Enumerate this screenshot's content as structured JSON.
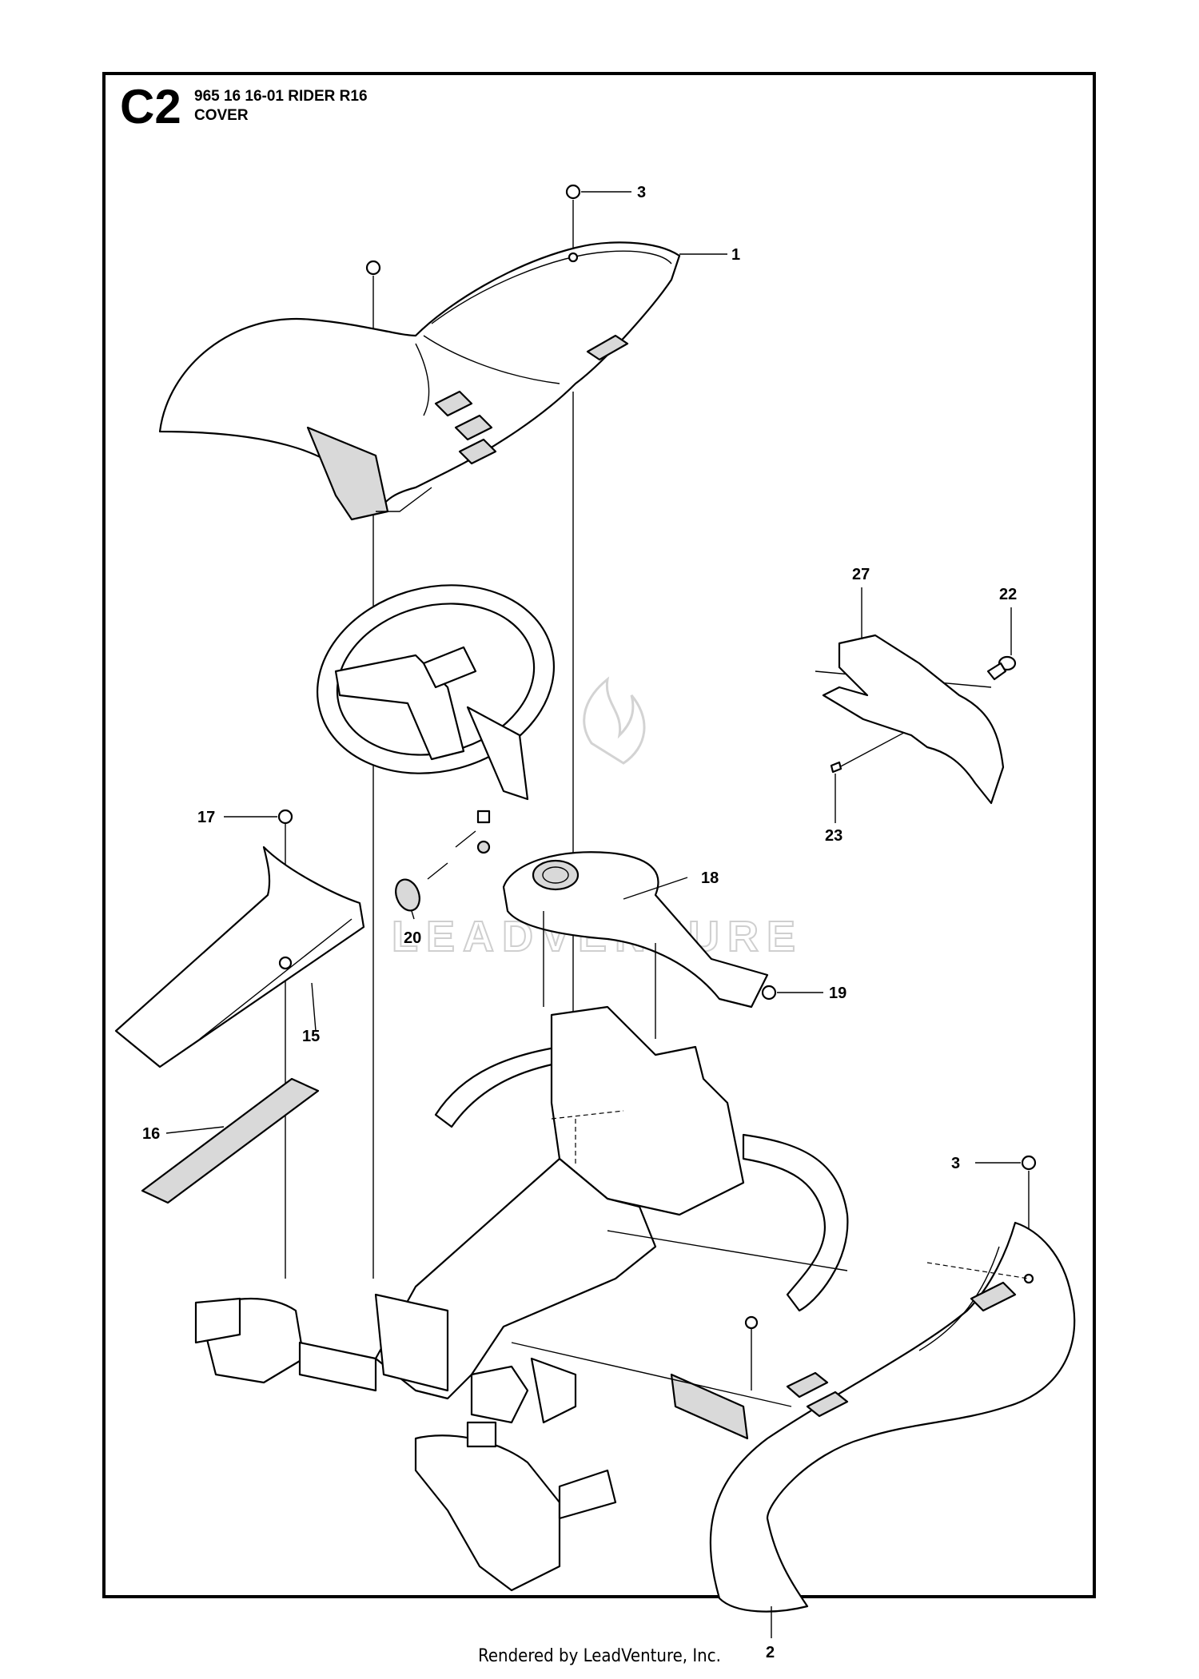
{
  "header": {
    "code": "C2",
    "title_line1": "965 16 16-01 RIDER R16",
    "title_line2": "COVER"
  },
  "watermark": "LEADVENTURE",
  "footer": "Rendered by LeadVenture, Inc.",
  "callouts": {
    "c1": "1",
    "c2": "2",
    "c3_top": "3",
    "c3_right": "3",
    "c15": "15",
    "c16": "16",
    "c17": "17",
    "c18": "18",
    "c19": "19",
    "c20": "20",
    "c22": "22",
    "c23": "23",
    "c27": "27"
  }
}
